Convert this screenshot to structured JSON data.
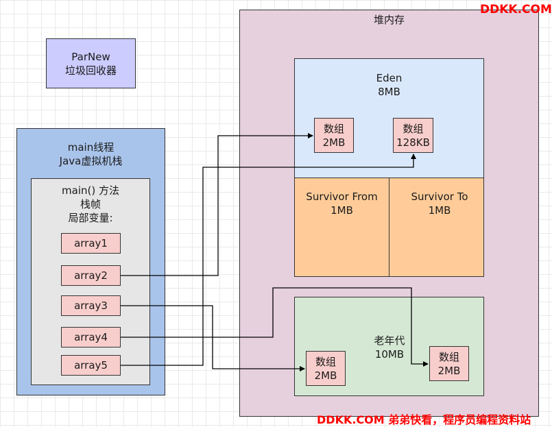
{
  "parnew": {
    "line1": "ParNew",
    "line2": "垃圾回收器"
  },
  "heap": {
    "title": "堆内存"
  },
  "eden": {
    "name": "Eden",
    "size": "8MB"
  },
  "eden_arrays": [
    {
      "line1": "数组",
      "line2": "2MB"
    },
    {
      "line1": "数组",
      "line2": "128KB"
    }
  ],
  "survivor_from": {
    "name": "Survivor From",
    "size": "1MB"
  },
  "survivor_to": {
    "name": "Survivor To",
    "size": "1MB"
  },
  "old_gen": {
    "name": "老年代",
    "size": "10MB"
  },
  "old_arrays": [
    {
      "line1": "数组",
      "line2": "2MB"
    },
    {
      "line1": "数组",
      "line2": "2MB"
    }
  ],
  "thread": {
    "line1": "main线程",
    "line2": "Java虚拟机栈"
  },
  "frame": {
    "line1": "main() 方法",
    "line2": "栈帧",
    "line3": "局部变量:"
  },
  "variables": [
    "array1",
    "array2",
    "array3",
    "array4",
    "array5"
  ],
  "watermarks": {
    "top": "DDKK.COM",
    "bottom": "DDKK.COM 弟弟快看，程序员编程资料站"
  }
}
